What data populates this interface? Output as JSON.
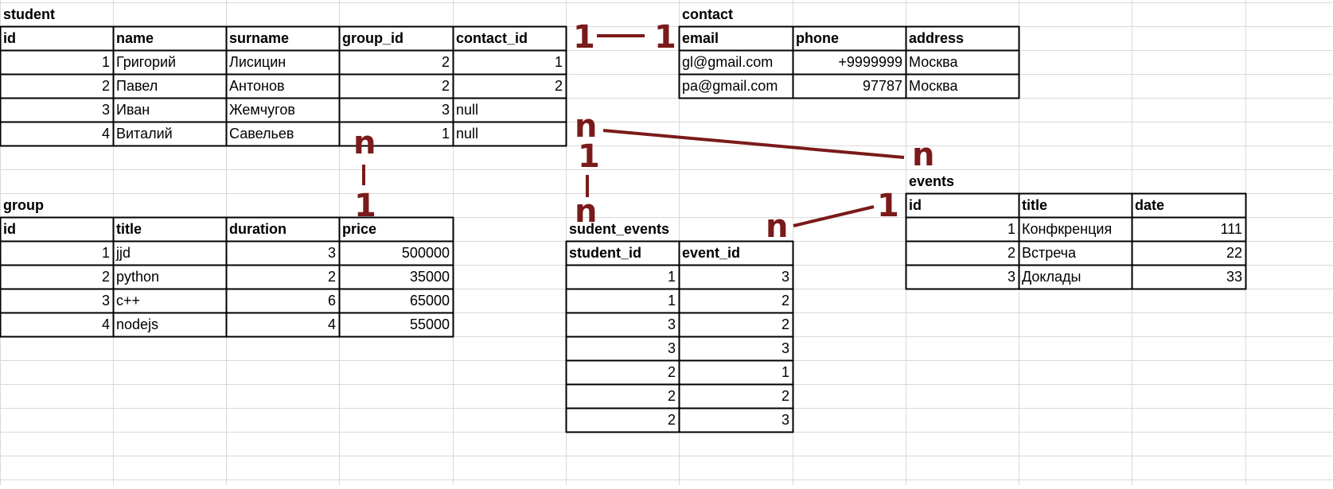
{
  "colors": {
    "gridline": "#d9d9d9",
    "border": "#000000",
    "relation": "#7b1a1a"
  },
  "tables": [
    {
      "id": "student",
      "title": "student",
      "columns": [
        "id",
        "name",
        "surname",
        "group_id",
        "contact_id"
      ],
      "numeric": [
        true,
        false,
        false,
        true,
        true
      ],
      "rows": [
        [
          "1",
          "Григорий",
          "Лисицин",
          "2",
          "1"
        ],
        [
          "2",
          "Павел",
          "Антонов",
          "2",
          "2"
        ],
        [
          "3",
          "Иван",
          "Жемчугов",
          "3",
          "null"
        ],
        [
          "4",
          "Виталий",
          "Савельев",
          "1",
          "null"
        ]
      ]
    },
    {
      "id": "contact",
      "title": "contact",
      "columns": [
        "email",
        "phone",
        "address"
      ],
      "numeric": [
        false,
        true,
        false
      ],
      "rows": [
        [
          "gl@gmail.com",
          "+9999999",
          "Москва"
        ],
        [
          "pa@gmail.com",
          "97787",
          "Москва"
        ]
      ]
    },
    {
      "id": "group",
      "title": "group",
      "columns": [
        "id",
        "title",
        "duration",
        "price"
      ],
      "numeric": [
        true,
        false,
        true,
        true
      ],
      "rows": [
        [
          "1",
          "jjd",
          "3",
          "500000"
        ],
        [
          "2",
          "python",
          "2",
          "35000"
        ],
        [
          "3",
          "c++",
          "6",
          "65000"
        ],
        [
          "4",
          "nodejs",
          "4",
          "55000"
        ]
      ]
    },
    {
      "id": "sudent_events",
      "title": "sudent_events",
      "columns": [
        "student_id",
        "event_id"
      ],
      "numeric": [
        true,
        true
      ],
      "rows": [
        [
          "1",
          "3"
        ],
        [
          "1",
          "2"
        ],
        [
          "3",
          "2"
        ],
        [
          "3",
          "3"
        ],
        [
          "2",
          "1"
        ],
        [
          "2",
          "2"
        ],
        [
          "2",
          "3"
        ]
      ]
    },
    {
      "id": "events",
      "title": "events",
      "columns": [
        "id",
        "title",
        "date"
      ],
      "numeric": [
        true,
        false,
        true
      ],
      "rows": [
        [
          "1",
          "Конфкренция",
          "111"
        ],
        [
          "2",
          "Встреча",
          "22"
        ],
        [
          "3",
          "Доклады",
          "33"
        ]
      ]
    }
  ],
  "relations": {
    "student_contact": {
      "left": "1",
      "right": "1"
    },
    "student_group": {
      "top": "n",
      "bottom": "1"
    },
    "contact_events": {
      "left": "n",
      "right": "n"
    },
    "student_sudent_events": {
      "top": "1",
      "bottom": "n"
    },
    "events_sudent_events": {
      "left": "n",
      "right": "1"
    }
  }
}
